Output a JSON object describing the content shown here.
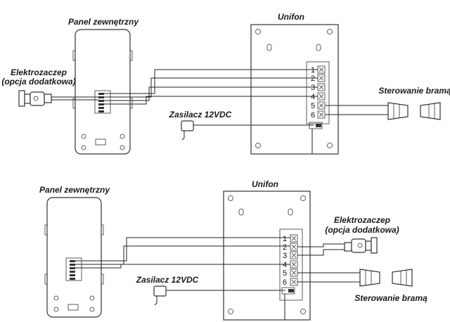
{
  "diagram_top": {
    "panel_label": "Panel zewnętrzny",
    "monitor_label": "Unifon",
    "lock_label_line1": "Elektrozaczep",
    "lock_label_line2": "(opcja dodatkowa)",
    "power_label": "Zasilacz 12VDC",
    "gate_label": "Sterowanie bramą",
    "terminals": [
      "1",
      "2",
      "3",
      "4",
      "5",
      "6"
    ]
  },
  "diagram_bottom": {
    "panel_label": "Panel zewnętrzny",
    "monitor_label": "Unifon",
    "lock_label_line1": "Elektrozaczep",
    "lock_label_line2": "(opcja dodatkowa)",
    "power_label": "Zasilacz 12VDC",
    "gate_label": "Sterowanie bramą",
    "terminals": [
      "1",
      "2",
      "3",
      "4",
      "5",
      "6"
    ]
  }
}
